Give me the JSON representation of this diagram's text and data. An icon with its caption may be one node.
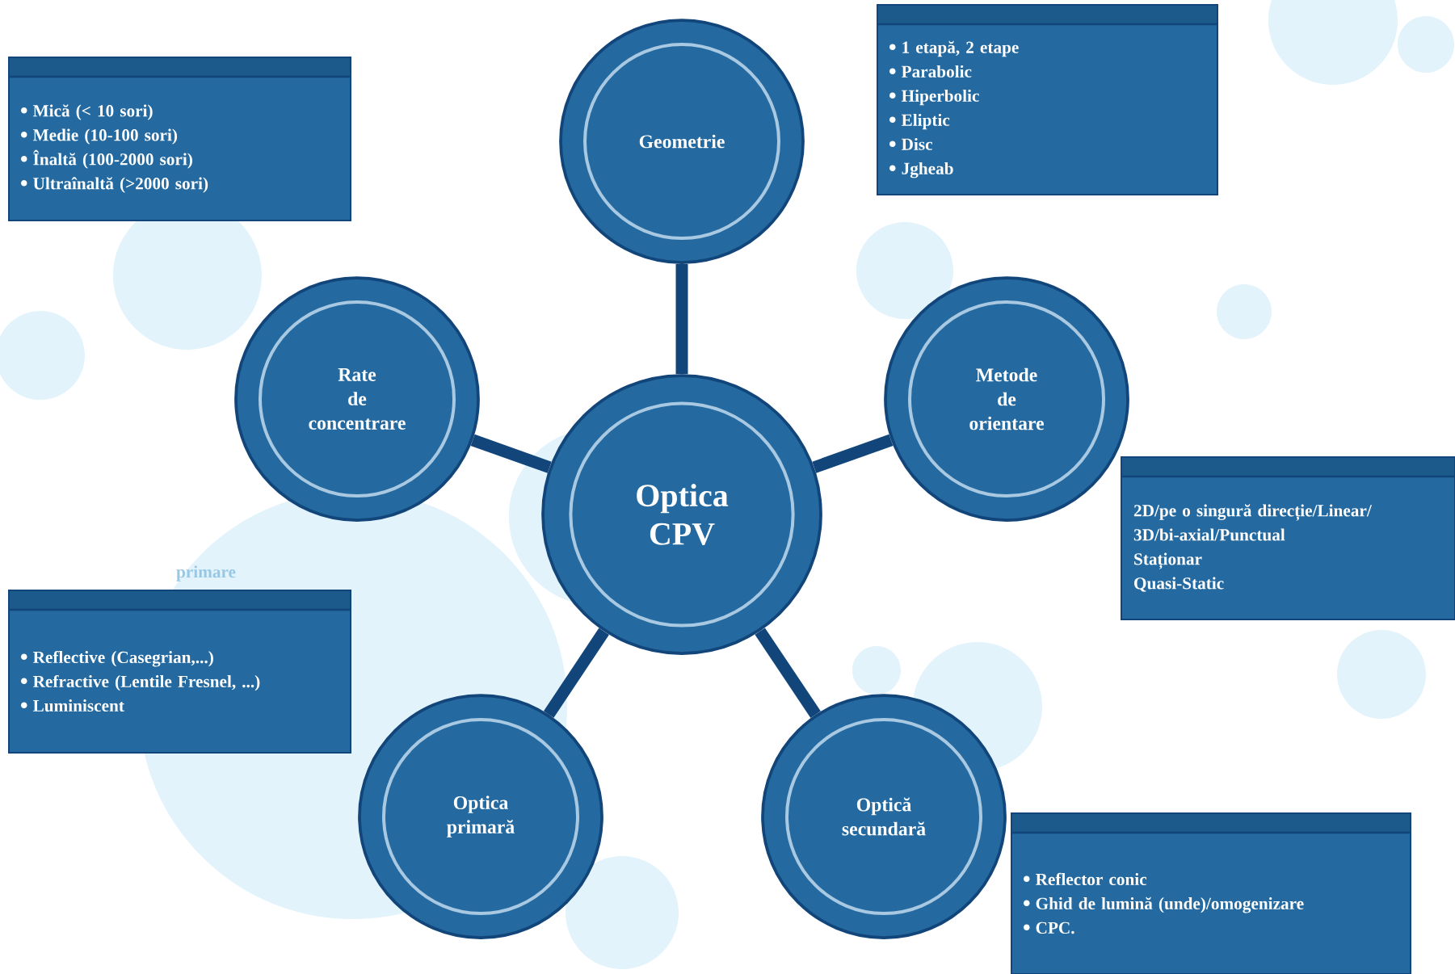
{
  "diagram": {
    "nodes": [
      {
        "text": [
          "Optica CPV"
        ]
      },
      {
        "text": [
          "Geometrie"
        ]
      },
      {
        "text": [
          "Rate de concentrare"
        ]
      },
      {
        "text": [
          "Metode de orientare"
        ]
      },
      {
        "text": [
          "Optica primară"
        ]
      },
      {
        "text": [
          "Optică secundară"
        ]
      },
      {
        "text": [
          "Mică (< 10 sori)",
          "Medie (10-100 sori)",
          "Înaltă (100-2000 sori)",
          "Ultraînaltă (>2000 sori)"
        ]
      },
      {
        "text": [
          "1 etapă, 2 etape",
          "Parabolic",
          "Hiperbolic",
          "Eliptic",
          "Disc",
          "Jgheab"
        ]
      },
      {
        "text": [
          "2D/pe o singură direcție/Linear/",
          "3D/bi-axial/Punctual",
          "Staționar",
          "Quasi-Static"
        ]
      },
      {
        "text": [
          "Reflective (Casegrian,...)",
          "Refractive (Lentile Fresnel, ...)",
          "Luminiscent"
        ]
      },
      {
        "text": [
          "Reflector conic",
          "Ghid de lumină (unde)/omogenizare",
          "CPC."
        ]
      }
    ],
    "edges": [
      {
        "from": 0,
        "to": 1,
        "arrow": "none"
      },
      {
        "from": 0,
        "to": 2,
        "arrow": "none"
      },
      {
        "from": 0,
        "to": 3,
        "arrow": "none"
      },
      {
        "from": 0,
        "to": 4,
        "arrow": "none"
      },
      {
        "from": 0,
        "to": 5,
        "arrow": "none"
      }
    ],
    "labels": [
      "primare"
    ]
  }
}
